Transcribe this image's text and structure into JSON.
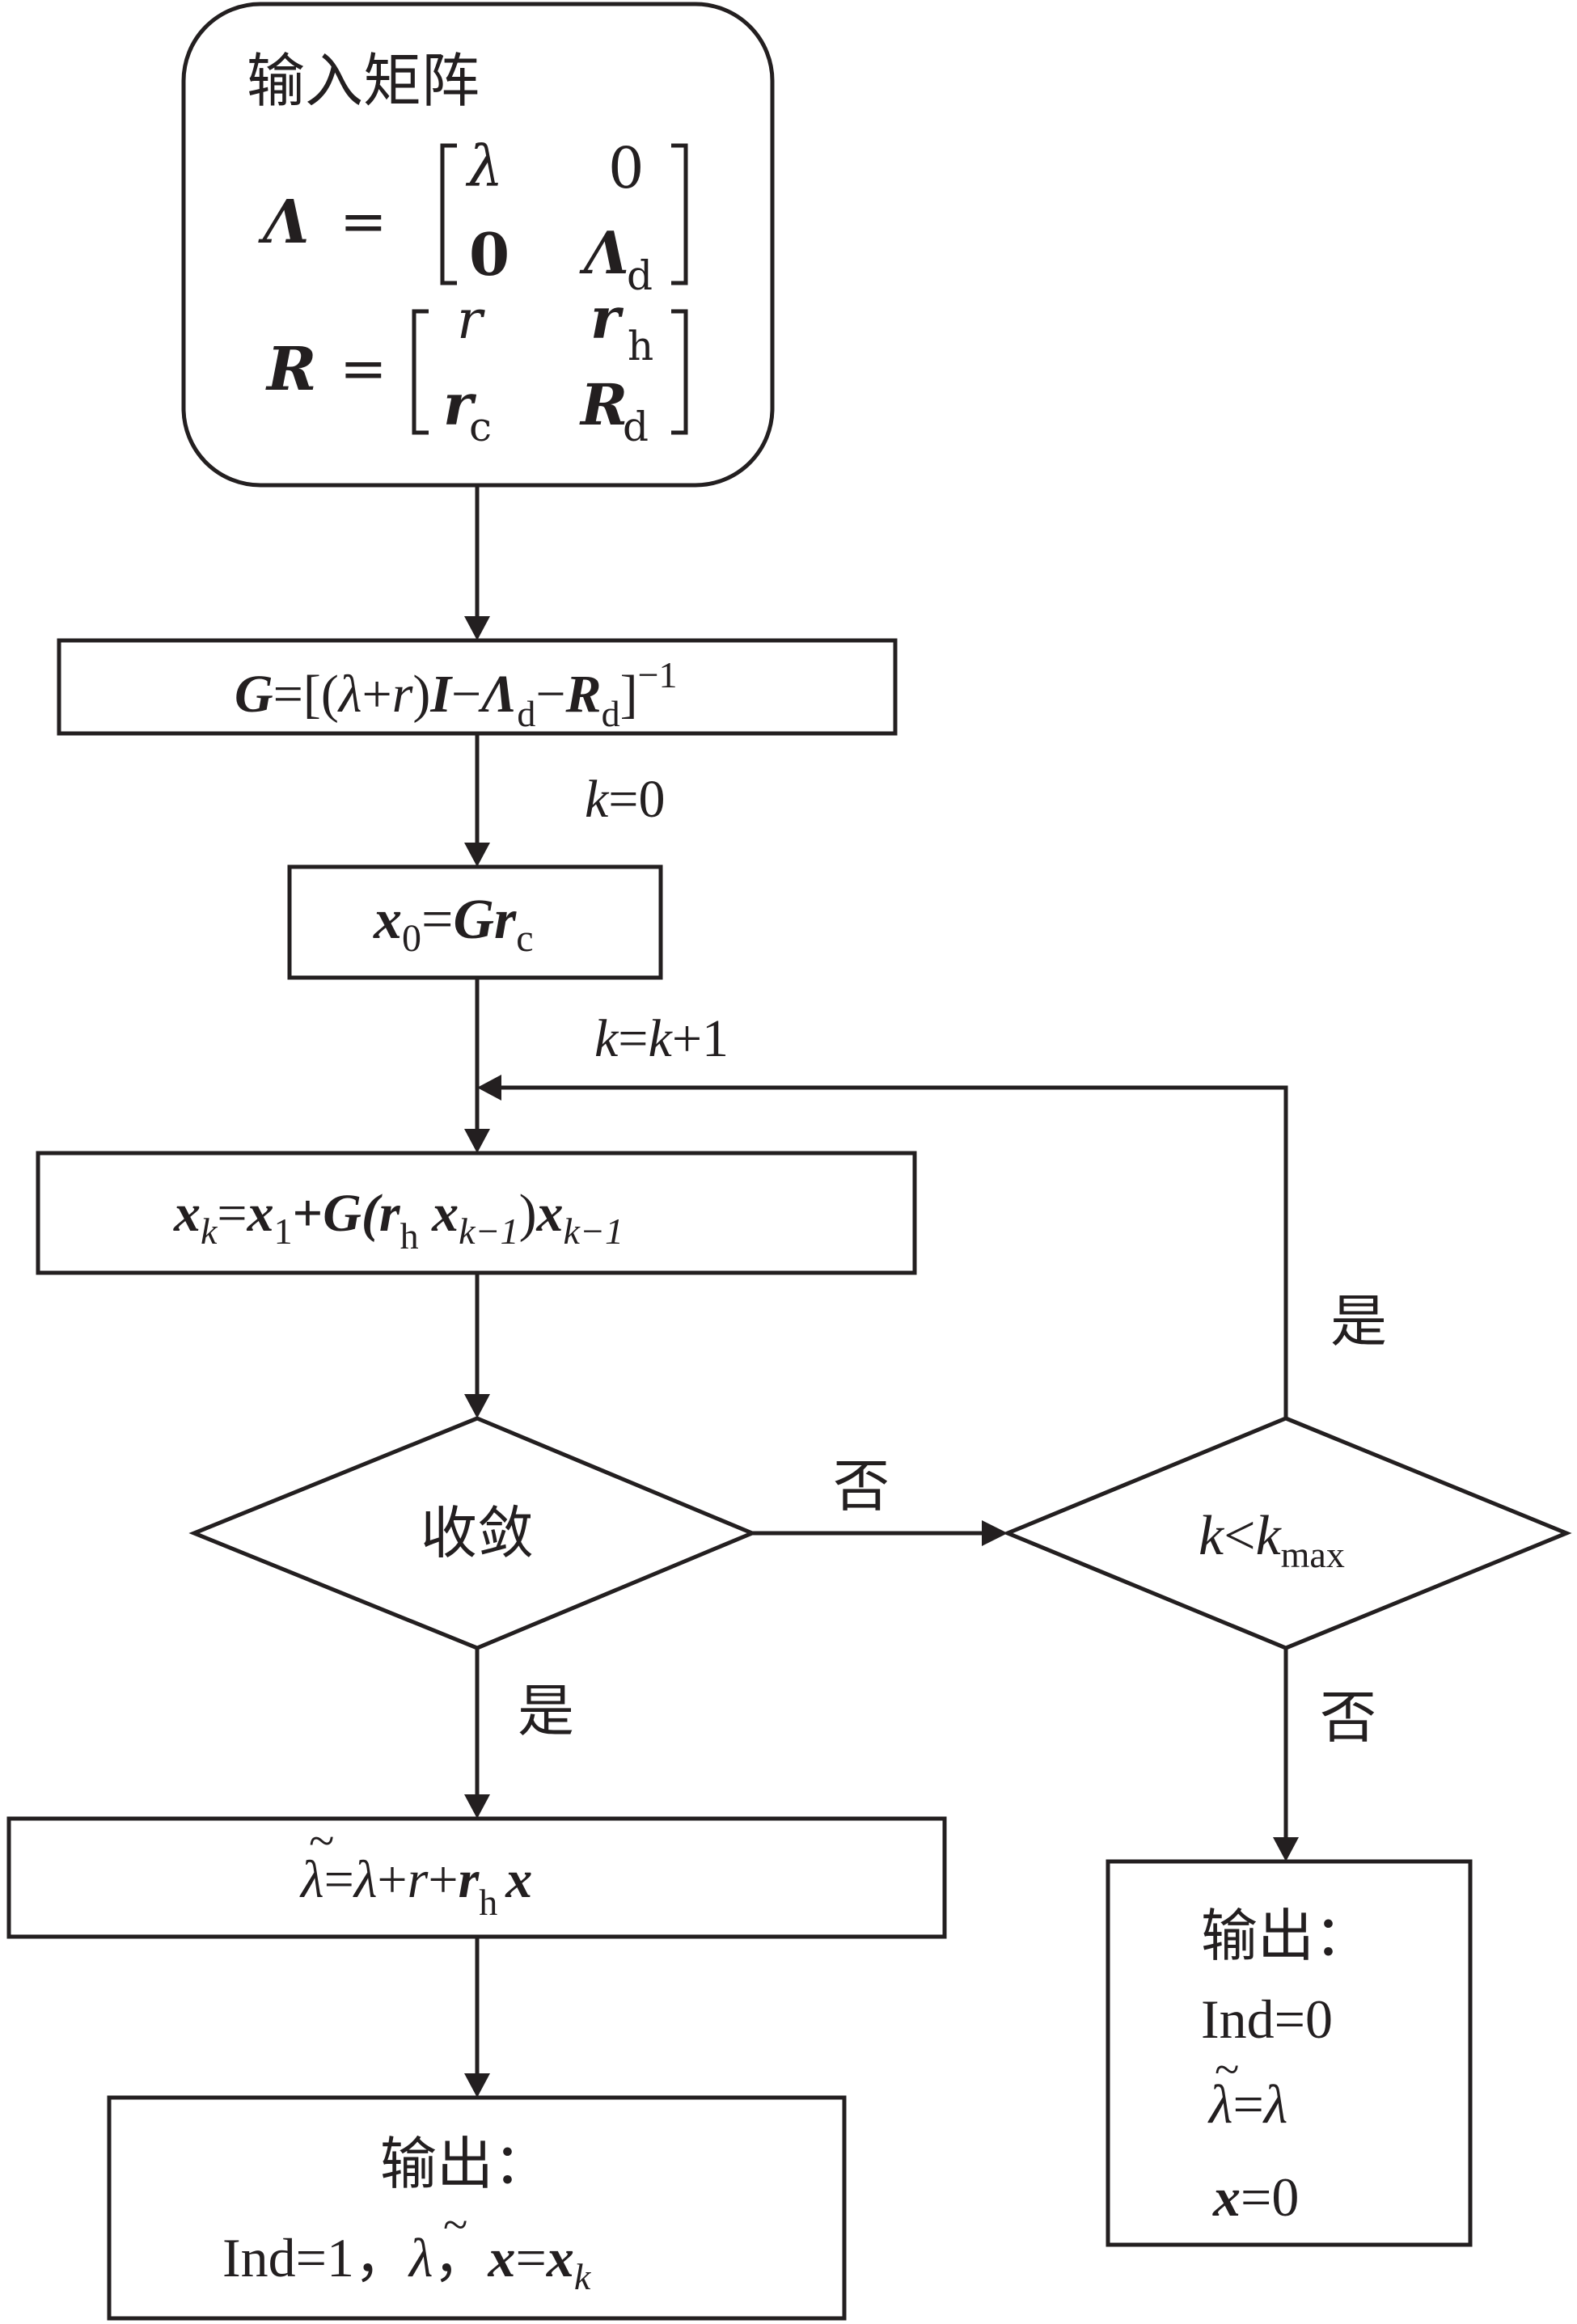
{
  "start": {
    "title": "输入矩阵",
    "lambda_matrix": {
      "lhs": "Λ",
      "eq": "=",
      "a11": "λ",
      "a12": "0",
      "a21": "0",
      "a22": "Λ",
      "a22_sub": "d"
    },
    "r_matrix": {
      "lhs": "R",
      "eq": "=",
      "a11": "r",
      "a12": "r",
      "a12_sub": "h",
      "a21": "r",
      "a21_sub": "c",
      "a22": "R",
      "a22_sub": "d"
    }
  },
  "step_g": {
    "G": "G",
    "eq": "=[(",
    "lam": "λ",
    "plus": "+",
    "r": "r",
    "close": ")",
    "I": "I",
    "minus1": "−",
    "L": "Λ",
    "L_sub": "d",
    "minus2": "−",
    "R": "R",
    "R_sub": "d",
    "bracket": "]",
    "exp": "−1"
  },
  "label_k0": {
    "k": "k",
    "rest": "=0"
  },
  "step_x0": {
    "x": "x",
    "x_sub": "0",
    "eq": "=",
    "G": "Gr",
    "c": "c"
  },
  "label_kinc": {
    "k1": "k",
    "eq": "=",
    "k2": "k",
    "rest": "+1"
  },
  "step_xk": {
    "x": "x",
    "x_sub": "k",
    "eq": "=",
    "x1": "x",
    "x1_sub": "1",
    "plus": "+",
    "G": "G(r",
    "h": "h",
    "sp": " ",
    "xk1": "x",
    "xk1_sub": "k−1",
    "close": ")",
    "xk2": "x",
    "xk2_sub": "k−1"
  },
  "decision_converge": {
    "label": "收敛"
  },
  "decision_kmax": {
    "k": "k",
    "lt": "<",
    "k2": "k",
    "sub": "max"
  },
  "edge_labels": {
    "no_right": "否",
    "yes_up": "是",
    "yes_down": "是",
    "no_down": "否"
  },
  "step_lambda": {
    "tilde": "~",
    "lam": "λ",
    "eq": "=",
    "lam2": "λ",
    "p1": "+",
    "r": "r",
    "p2": "+",
    "rh": "r",
    "h": "h",
    "x": "x"
  },
  "output_success": {
    "title": "输出：",
    "ind": "Ind=1，",
    "tilde": "~",
    "lam": "λ",
    "sep": "，",
    "x": "x",
    "eq": "=",
    "xk": "x",
    "k": "k"
  },
  "output_fail": {
    "title": "输出：",
    "ind": "Ind=0",
    "tilde": "~",
    "lam": "λ",
    "eq": "=",
    "lam2": "λ",
    "x": "x",
    "x_rest": "=0"
  }
}
